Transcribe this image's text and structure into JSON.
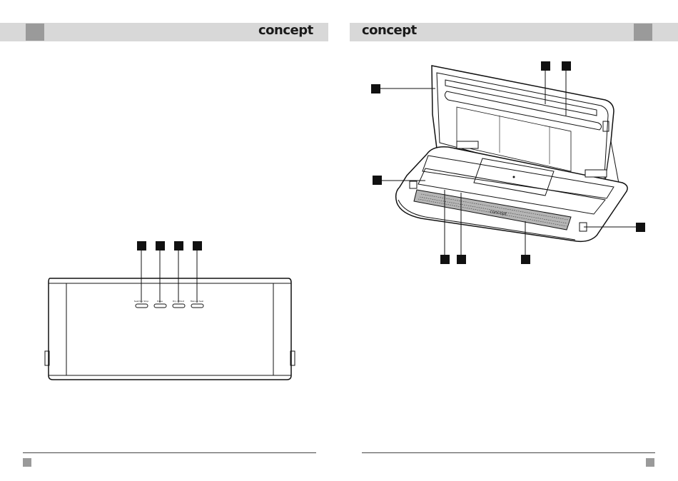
{
  "header": {
    "brand_left": "concept",
    "brand_right": "concept"
  },
  "figure_front": {
    "button_labels": [
      "Seal/Vac Stop",
      "Pulse",
      "Dry / Moist",
      "Manual Seal"
    ]
  },
  "figure_open": {
    "device_brand": "concept"
  }
}
